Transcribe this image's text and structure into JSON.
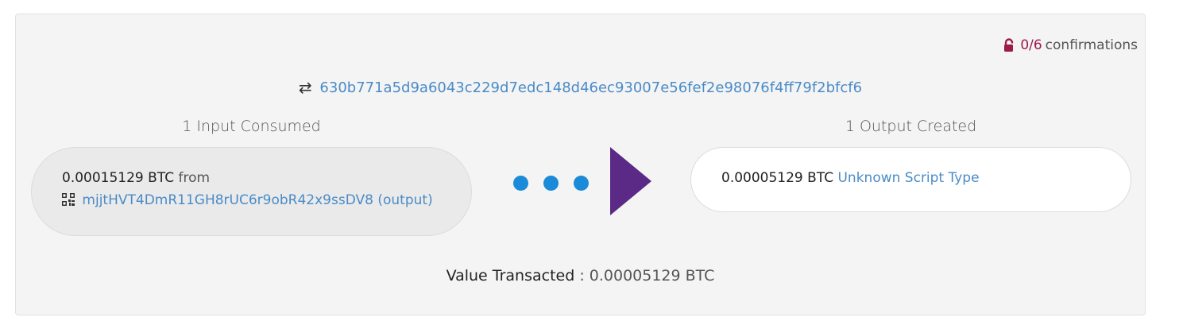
{
  "confirmations": {
    "count": "0/6",
    "label": "confirmations",
    "icon": "unlocked-lock-icon",
    "color": "#9b1b4b"
  },
  "transaction": {
    "icon": "swap-arrows-icon",
    "txid": "630b771a5d9a6043c229d7edc148d46ec93007e56fef2e98076f4ff79f2bfcf6"
  },
  "inputs": {
    "title": "1 Input Consumed",
    "items": [
      {
        "amount": "0.00015129 BTC",
        "from_label": "from",
        "icon": "qr-code-icon",
        "address": "mjjtHVT4DmR11GH8rUC6r9obR42x9ssDV8",
        "output_link": "(output)"
      }
    ]
  },
  "outputs": {
    "title": "1 Output Created",
    "items": [
      {
        "amount": "0.00005129 BTC",
        "script_type": "Unknown Script Type"
      }
    ]
  },
  "flow": {
    "dot_color": "#1a8ad9",
    "arrow_color": "#5b2a86"
  },
  "summary": {
    "label": "Value Transacted",
    "separator": " : ",
    "value": "0.00005129 BTC"
  }
}
